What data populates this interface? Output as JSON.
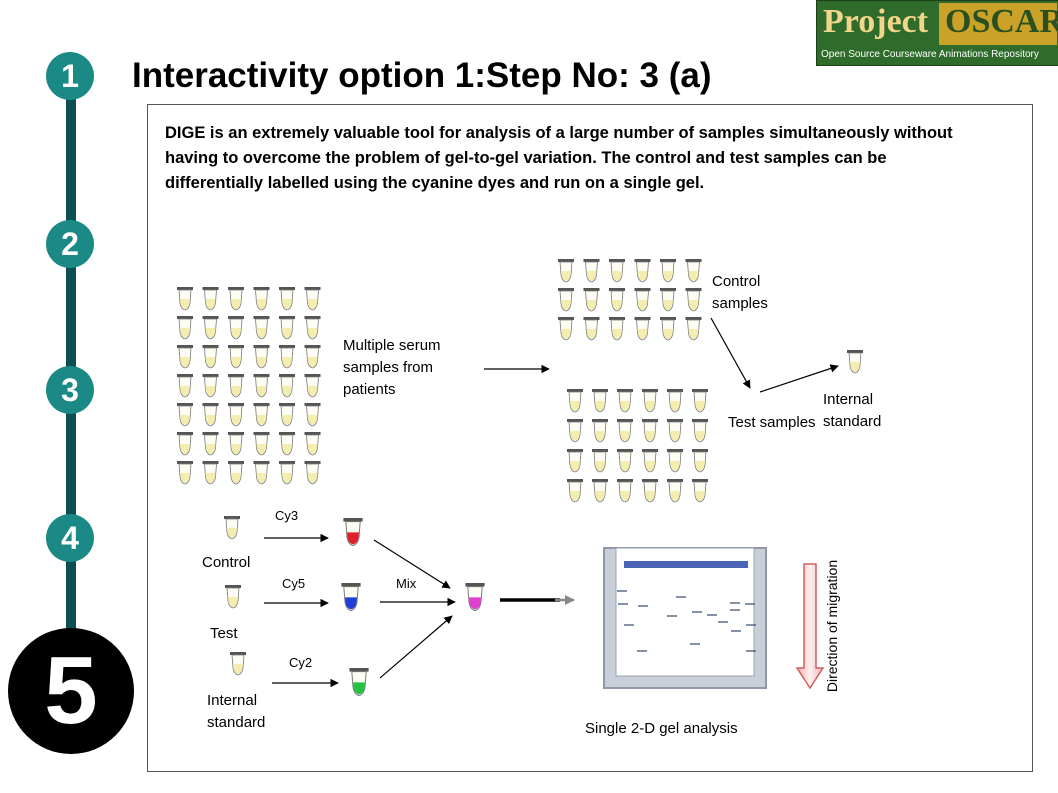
{
  "steps": [
    "1",
    "2",
    "3",
    "4",
    "5"
  ],
  "title": "Interactivity option 1:Step No: 3 (a)",
  "logo": {
    "word1": "Project",
    "word2": "OSCAR",
    "subtitle": "Open Source Courseware Animations Repository"
  },
  "intro": "DIGE is an extremely valuable tool for analysis of a large number of samples simultaneously without having to overcome the problem of gel-to-gel variation. The control and test samples can be differentially labelled using the cyanine dyes and run on a single gel.",
  "labels": {
    "multiple_serum": "Multiple serum samples from patients",
    "control_samples": "Control samples",
    "test_samples": "Test samples",
    "internal_standard_top": "Internal standard",
    "control": "Control",
    "test": "Test",
    "internal_standard_bottom": "Internal standard",
    "cy3": "Cy3",
    "cy5": "Cy5",
    "cy2": "Cy2",
    "mix": "Mix",
    "gel_caption": "Single 2-D gel analysis",
    "direction": "Direction of migration"
  },
  "colors": {
    "step_circle": "#1b8a86",
    "step_line": "#0d4f4f",
    "cy3": "#e0202a",
    "cy5": "#1f3fd8",
    "cy2": "#22c33e",
    "mix": "#e23fd0",
    "sample": "#f3eeb0"
  }
}
